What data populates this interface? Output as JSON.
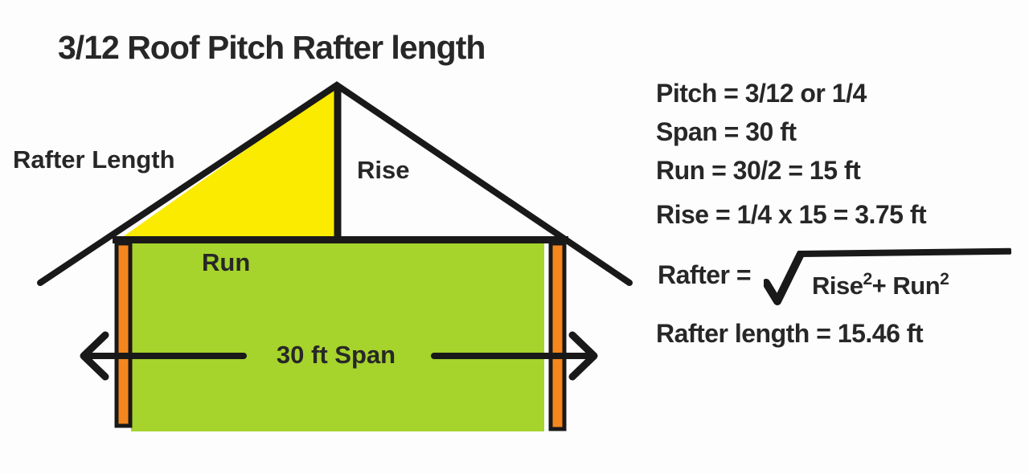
{
  "title": "3/12 Roof Pitch Rafter length",
  "diagram": {
    "labels": {
      "rafter_length": "Rafter Length",
      "rise": "Rise",
      "run": "Run",
      "span": "30 ft Span"
    },
    "colors": {
      "roof_yellow": "#FAEB00",
      "wall_green": "#A6D32C",
      "post_orange": "#F5861E",
      "line_black": "#191919",
      "text": "#272727",
      "bg": "#fdfdfd"
    }
  },
  "calculations": {
    "pitch": "Pitch = 3/12 or 1/4",
    "span": "Span = 30 ft",
    "run": "Run = 30/2 = 15 ft",
    "rise": "Rise = 1/4 x 15 = 3.75 ft",
    "formula": {
      "lhs": "Rafter =",
      "base1": "Rise",
      "sup1": "2",
      "base2": "+ Run",
      "sup2": "2"
    },
    "result": "Rafter length = 15.46 ft"
  }
}
